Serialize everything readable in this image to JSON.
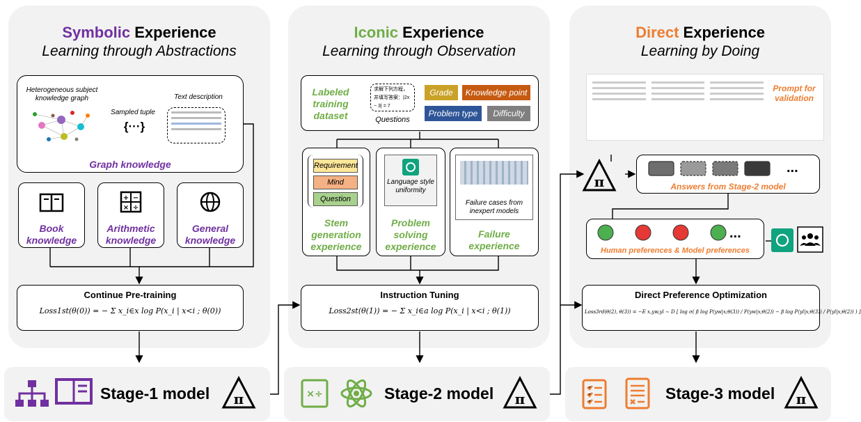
{
  "colors": {
    "symbolic": "#7030a0",
    "iconic": "#70ad47",
    "direct": "#ed7d31"
  },
  "symbolic": {
    "title_colored": "Symbolic",
    "title_rest": " Experience",
    "subtitle": "Learning through Abstractions",
    "graph": {
      "hetero_label": "Heterogeneous subject knowledge graph",
      "sampled_label": "Sampled tuple",
      "tuple_text": "{···}",
      "text_desc_label": "Text description",
      "caption": "Graph knowledge"
    },
    "cards": [
      {
        "label": "Book knowledge",
        "icon": "book-icon"
      },
      {
        "label": "Arithmetic knowledge",
        "icon": "calculator-icon"
      },
      {
        "label": "General knowledge",
        "icon": "globe-icon"
      }
    ],
    "process": {
      "title": "Continue Pre-training",
      "formula": "Loss1st(θ(0)) = − Σ x_i∈x log P(x_i | x<i ; θ(0))"
    },
    "stage_label": "Stage-1 model"
  },
  "iconic": {
    "title_colored": "Iconic",
    "title_rest": " Experience",
    "subtitle": "Learning through Observation",
    "dataset": {
      "label": "Labeled training dataset",
      "question_text": "求解下列方程，并填写答案：|2x − 3| = 7",
      "questions_label": "Questions",
      "tags": [
        {
          "label": "Grade",
          "color": "#c9a227"
        },
        {
          "label": "Knowledge point",
          "color": "#c55a11"
        },
        {
          "label": "Problem type",
          "color": "#2e5597"
        },
        {
          "label": "Difficulty",
          "color": "#7f7f7f"
        }
      ]
    },
    "stem_stack": [
      "Requirement",
      "Mind",
      "Question"
    ],
    "style_text": "Language style uniformity",
    "failure_text": "Failure cases from inexpert models",
    "cards": [
      {
        "label": "Stem generation experience"
      },
      {
        "label": "Problem solving experience"
      },
      {
        "label": "Failure experience"
      }
    ],
    "process": {
      "title": "Instruction Tuning",
      "formula": "Loss2st(θ(1)) = − Σ x_i∈a log P(x_i | x<i ; θ(1))"
    },
    "stage_label": "Stage-2 model"
  },
  "direct": {
    "title_colored": "Direct",
    "title_rest": " Experience",
    "subtitle": "Learning by Doing",
    "prompt_label": "Prompt for validation",
    "answers_label": "Answers from Stage-2 model",
    "preferences_label": "Human preferences & Model preferences",
    "ellipsis": "...",
    "process": {
      "title": "Direct Preference Optimization",
      "formula": "Loss3rd(θ(2), θ(3)) = −E x,yw,yl ∼ D [ log σ( β log P(yw|x;θ(3)) / P(yw|x;θ(2)) − β log P(yl|x;θ(3)) / P(yl|x;θ(2)) ) ]"
    },
    "stage_label": "Stage-3 model"
  }
}
